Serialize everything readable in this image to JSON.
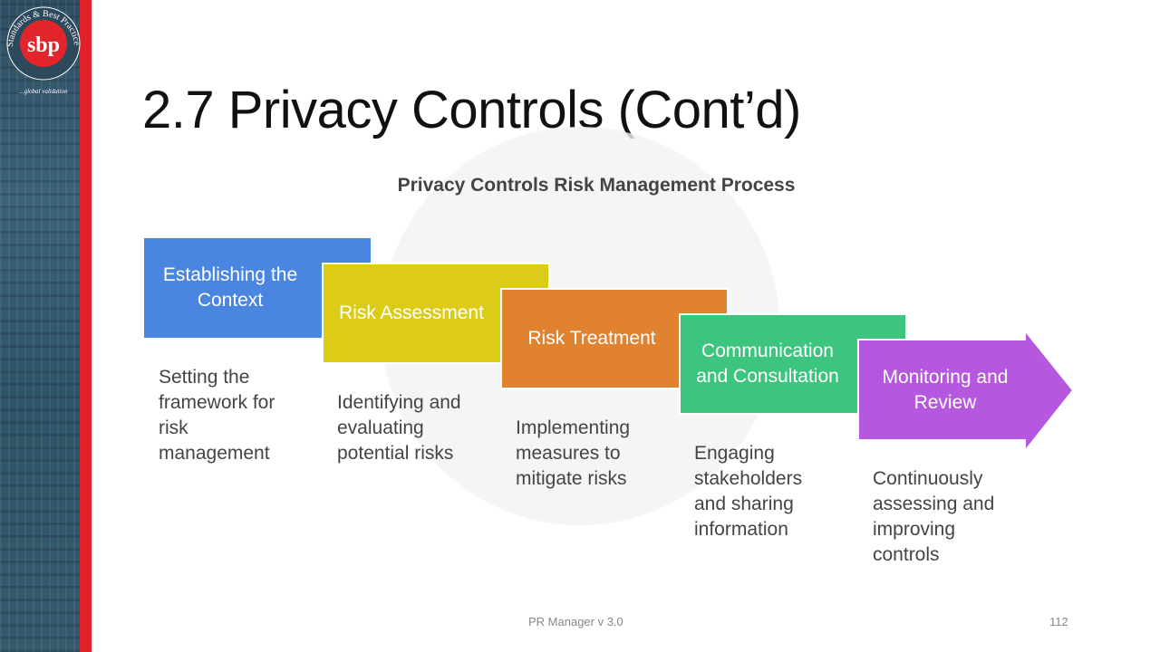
{
  "slide": {
    "title": "2.7 Privacy Controls (Cont’d)",
    "footer_text": "PR Manager v 3.0",
    "page_number": "112"
  },
  "logo": {
    "ring_text": "Standards & Best Practice",
    "center_text": "sbp",
    "tagline": "...global validation"
  },
  "diagram": {
    "title": "Privacy Controls Risk Management Process",
    "steps": [
      {
        "label": "Establishing the Context",
        "description": "Setting the framework for risk management",
        "color": "#4a86e0"
      },
      {
        "label": "Risk Assessment",
        "description": "Identifying and evaluating potential risks",
        "color": "#dccc17"
      },
      {
        "label": "Risk Treatment",
        "description": "Implementing measures to mitigate risks",
        "color": "#e18230"
      },
      {
        "label": "Communication and Consultation",
        "description": "Engaging stakeholders and sharing information",
        "color": "#3dc47e"
      },
      {
        "label": "Monitoring and Review",
        "description": "Continuously assessing and improving controls",
        "color": "#b657e0"
      }
    ]
  }
}
